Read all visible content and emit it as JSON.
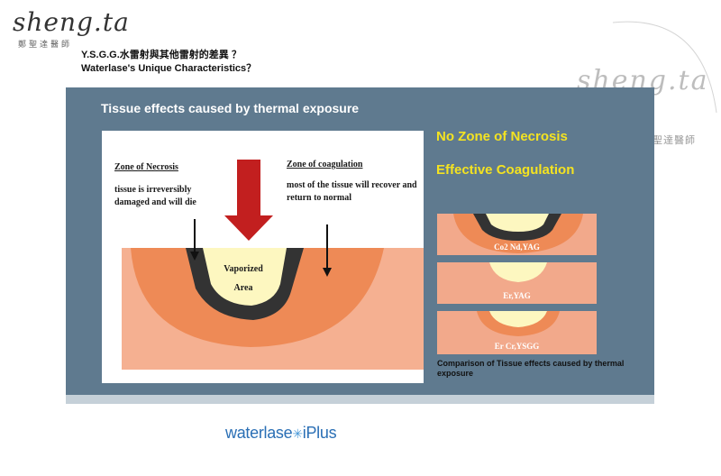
{
  "header": {
    "logo_script": "sheng.ta",
    "logo_sub": "鄭聖達醫師",
    "title_zh": "Y.S.G.G.水雷射與其他雷射的差異 ？",
    "title_en": "Waterlase's Unique Characteristics？"
  },
  "watermark": {
    "script": "sheng.ta",
    "zh": "鄭聖達醫師"
  },
  "slide": {
    "title": "Tissue effects  caused by thermal exposure",
    "necrosis": {
      "heading": "Zone of Necrosis",
      "text": "tissue is irreversibly damaged and will die"
    },
    "coagulation": {
      "heading": "Zone of coagulation",
      "text": "most of the tissue will recover and return to normal"
    },
    "vaporized": {
      "line1": "Vaporized",
      "line2": "Area"
    },
    "highlight1": "No Zone of Necrosis",
    "highlight2": "Effective Coagulation",
    "comparisons": [
      {
        "label": "Co2   Nd,YAG"
      },
      {
        "label": "Er,YAG"
      },
      {
        "label": "Er Cr,YSGG"
      }
    ],
    "caption": "Comparison of Tissue effects  caused by thermal exposure"
  },
  "footer": {
    "brand": "waterlase",
    "brand_suffix": "iPlus"
  },
  "colors": {
    "slide_bg": "#5f7a8f",
    "highlight": "#f4e321",
    "tissue_light": "#f5b091",
    "tissue_coag": "#ee8a56",
    "necrosis": "#333333",
    "vaporized": "#fdf7c0",
    "arrow_red": "#c21f1f"
  }
}
